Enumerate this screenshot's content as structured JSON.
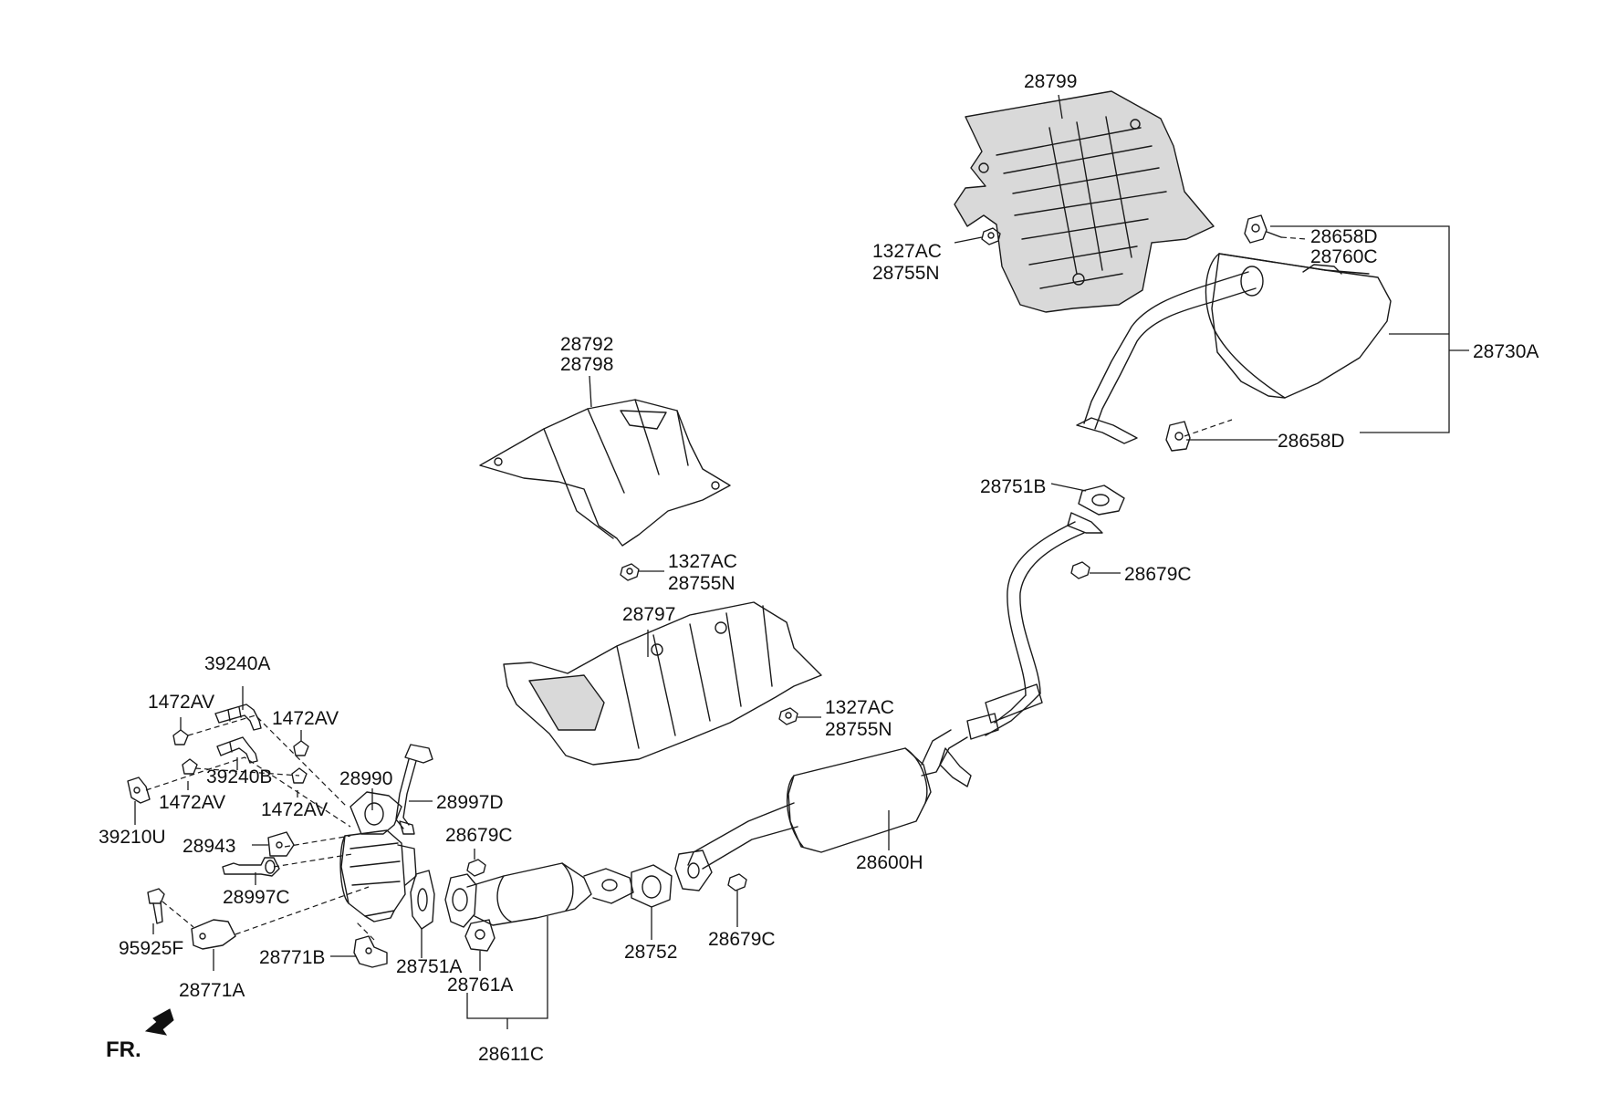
{
  "labels": {
    "p28799": "28799",
    "p1327AC_top": "1327AC",
    "p28755N_top": "28755N",
    "p28658D_top": "28658D",
    "p28760C": "28760C",
    "p28730A": "28730A",
    "p28658D_bottom": "28658D",
    "p28792": "28792",
    "p28798": "28798",
    "p28751B": "28751B",
    "p1327AC_mid": "1327AC",
    "p28755N_mid": "28755N",
    "p28679C_right": "28679C",
    "p28797": "28797",
    "p1327AC_low": "1327AC",
    "p28755N_low": "28755N",
    "p39240A": "39240A",
    "p1472AV_a": "1472AV",
    "p1472AV_b": "1472AV",
    "p39240B": "39240B",
    "p1472AV_c": "1472AV",
    "p1472AV_d": "1472AV",
    "p39210U": "39210U",
    "p28990": "28990",
    "p28997D": "28997D",
    "p28943": "28943",
    "p28997C": "28997C",
    "p28679C_left": "28679C",
    "p28600H": "28600H",
    "p95925F": "95925F",
    "p28771B": "28771B",
    "p28751A": "28751A",
    "p28752": "28752",
    "p28679C_mid": "28679C",
    "p28761A": "28761A",
    "p28771A": "28771A",
    "p28611C": "28611C",
    "fr": "FR."
  },
  "colors": {
    "line": "#1a1a1a",
    "shade": "#d9d9d9",
    "background": "#ffffff"
  }
}
